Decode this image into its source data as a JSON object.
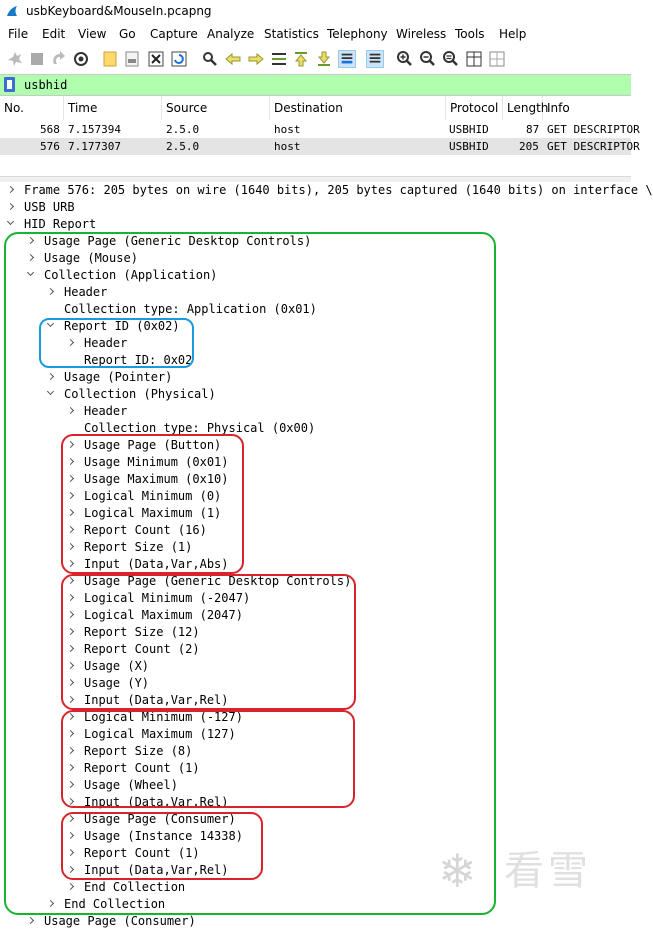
{
  "window": {
    "title": "usbKeyboard&MouseIn.pcapng"
  },
  "menu": [
    "File",
    "Edit",
    "View",
    "Go",
    "Capture",
    "Analyze",
    "Statistics",
    "Telephony",
    "Wireless",
    "Tools",
    "Help"
  ],
  "filter": {
    "value": "usbhid"
  },
  "packet_list": {
    "columns": [
      "No.",
      "Time",
      "Source",
      "Destination",
      "Protocol",
      "Length",
      "Info"
    ],
    "rows": [
      {
        "no": "568",
        "time": "7.157394",
        "source": "2.5.0",
        "destination": "host",
        "protocol": "USBHID",
        "length": "87",
        "info": "GET DESCRIPTOR"
      },
      {
        "no": "576",
        "time": "7.177307",
        "source": "2.5.0",
        "destination": "host",
        "protocol": "USBHID",
        "length": "205",
        "info": "GET DESCRIPTOR"
      }
    ]
  },
  "tree": [
    "Frame 576: 205 bytes on wire (1640 bits), 205 bytes captured (1640 bits) on interface \\",
    "USB URB",
    "HID Report",
    "Usage Page (Generic Desktop Controls)",
    "Usage (Mouse)",
    "Collection (Application)",
    "Header",
    "Collection type: Application (0x01)",
    "Report ID (0x02)",
    "Header",
    "Report ID: 0x02",
    "Usage (Pointer)",
    "Collection (Physical)",
    "Header",
    "Collection type: Physical (0x00)",
    "Usage Page (Button)",
    "Usage Minimum (0x01)",
    "Usage Maximum (0x10)",
    "Logical Minimum (0)",
    "Logical Maximum (1)",
    "Report Count (16)",
    "Report Size (1)",
    "Input (Data,Var,Abs)",
    "Usage Page (Generic Desktop Controls)",
    "Logical Minimum (-2047)",
    "Logical Maximum (2047)",
    "Report Size (12)",
    "Report Count (2)",
    "Usage (X)",
    "Usage (Y)",
    "Input (Data,Var,Rel)",
    "Logical Minimum (-127)",
    "Logical Maximum (127)",
    "Report Size (8)",
    "Report Count (1)",
    "Usage (Wheel)",
    "Input (Data,Var,Rel)",
    "Usage Page (Consumer)",
    "Usage (Instance 14338)",
    "Report Count (1)",
    "Input (Data,Var,Rel)",
    "End Collection",
    "End Collection",
    "Usage Page (Consumer)"
  ],
  "colors": {
    "filter_bg": "#afffaf",
    "box_green": "#19b332",
    "box_blue": "#1b9bd8",
    "box_red": "#d9222a",
    "selected_row": "#e4e4e4"
  },
  "watermark": {
    "symbol": "❄",
    "text": "看雪"
  }
}
